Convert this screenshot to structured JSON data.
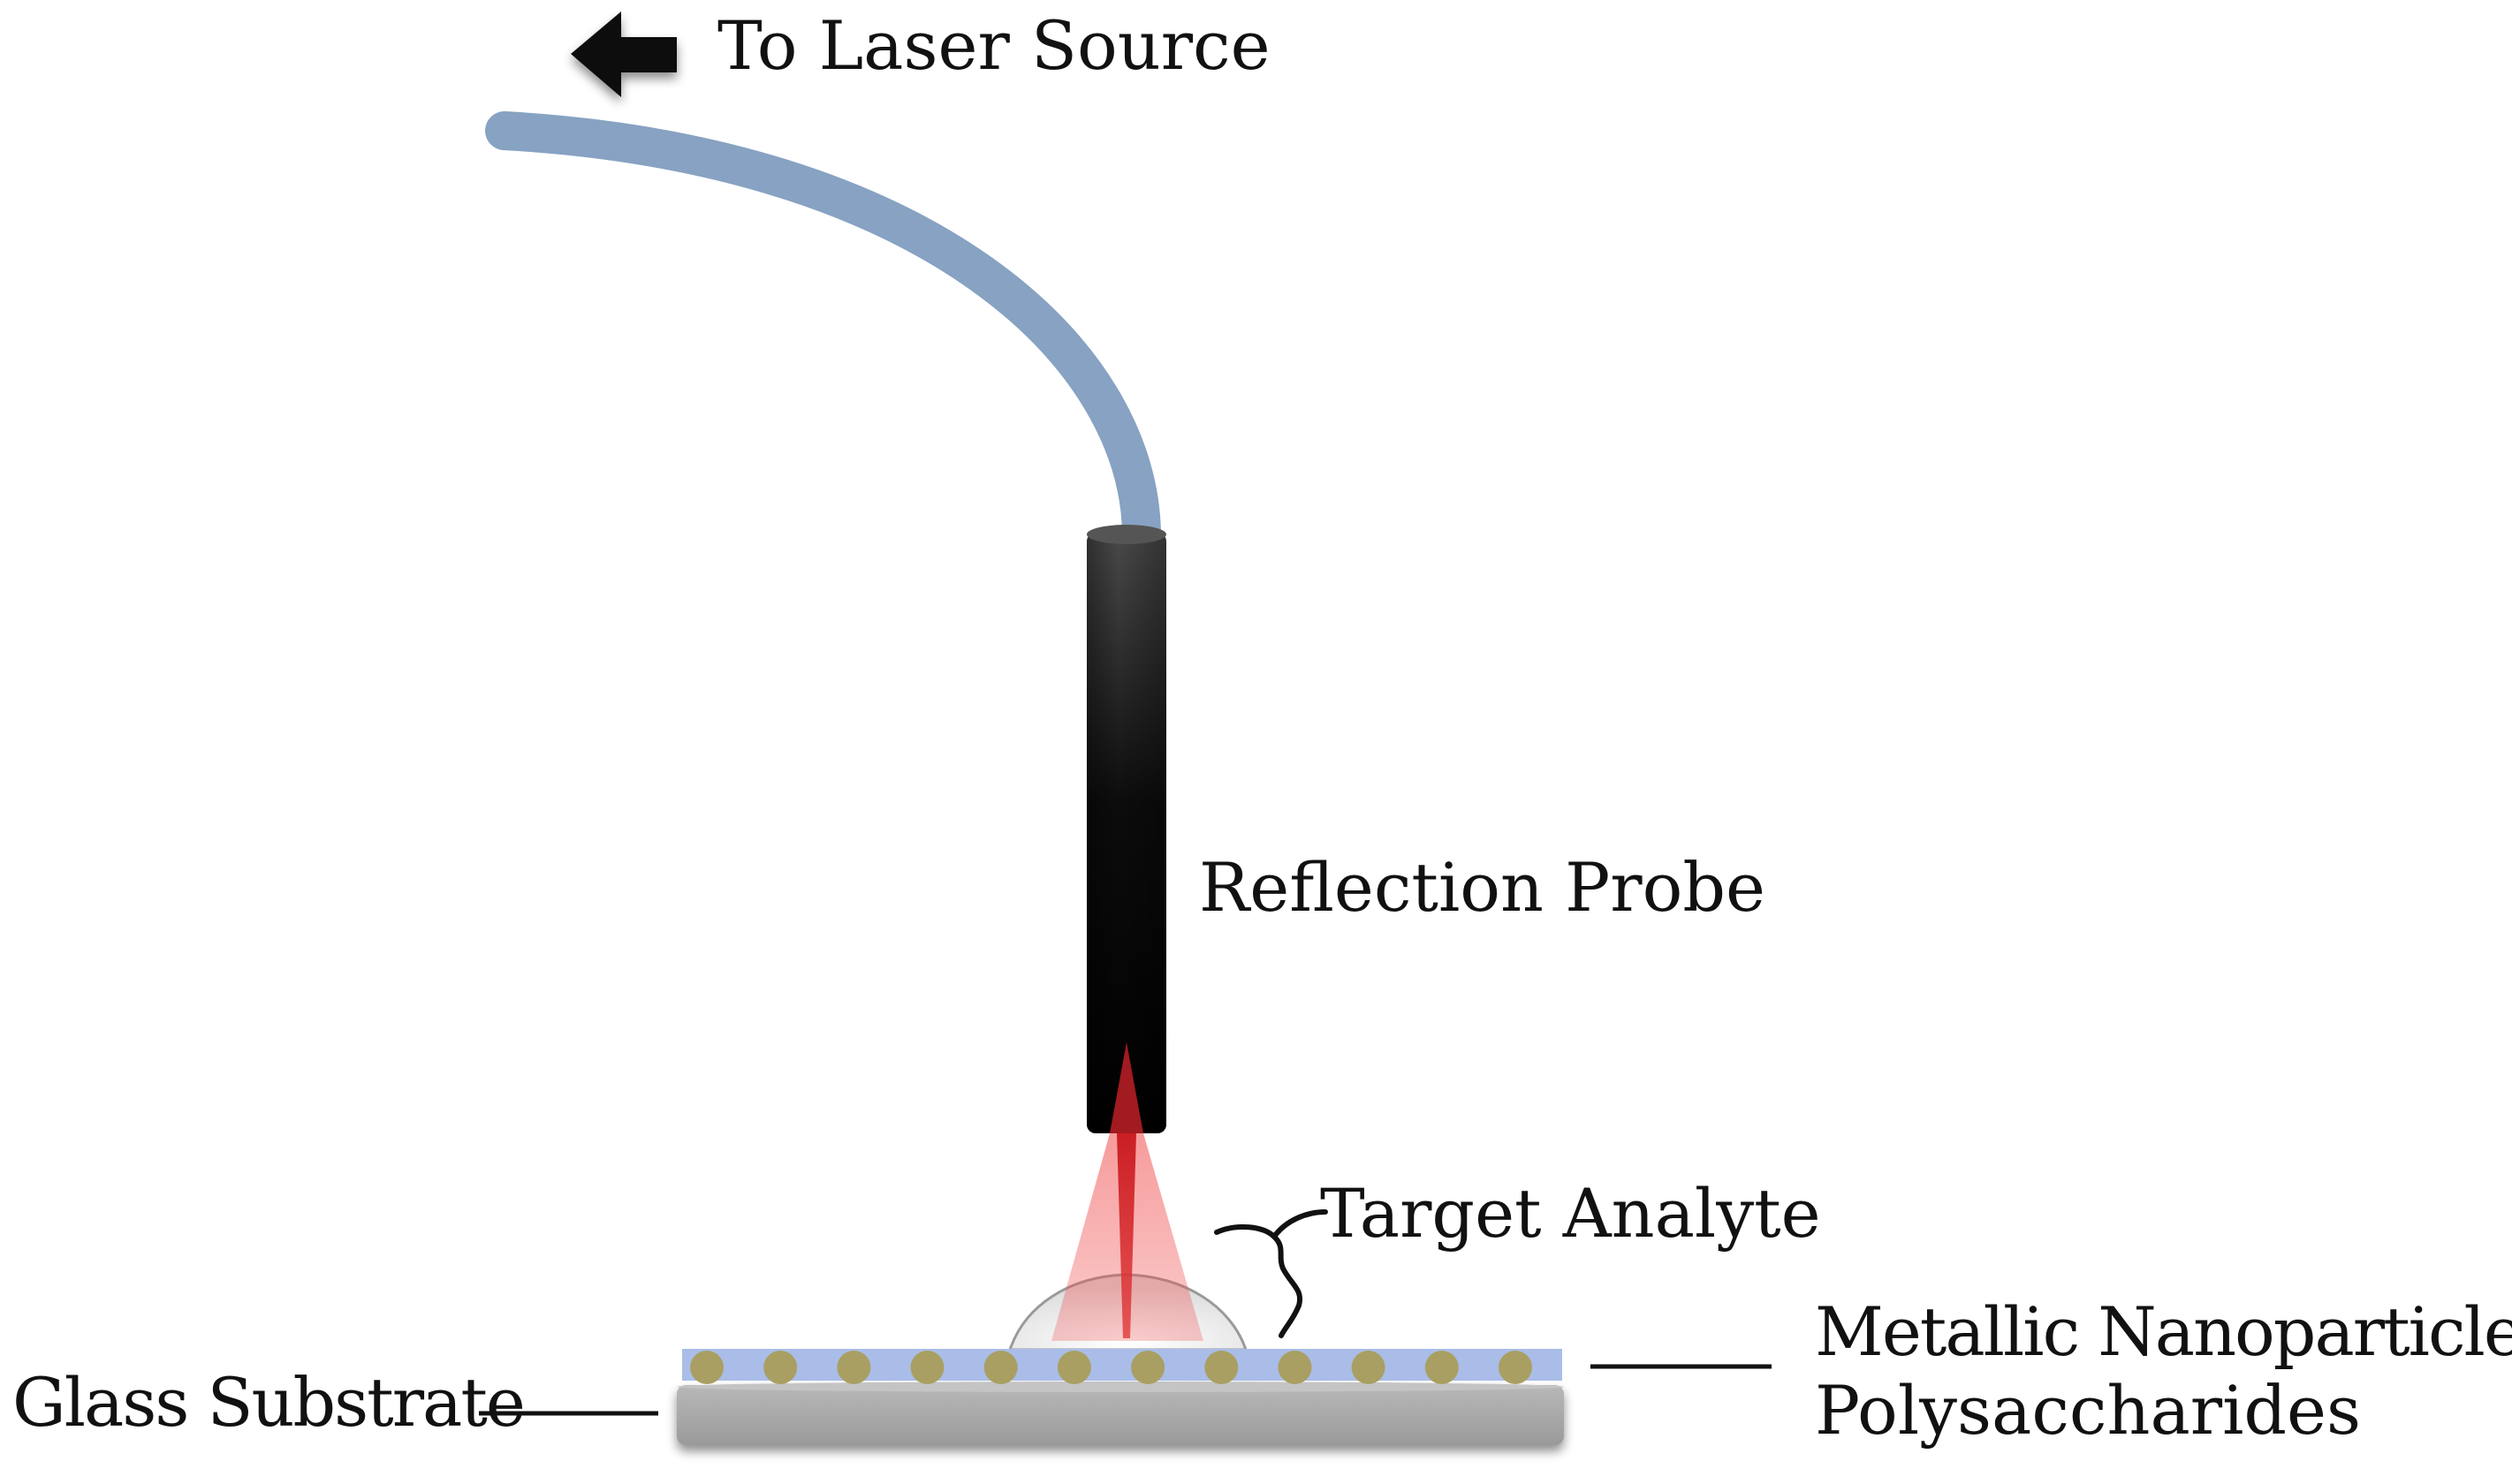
{
  "labels": {
    "laser_source": "To Laser Source",
    "reflection_probe": "Reflection Probe",
    "target_analyte": "Target Analyte",
    "nanoparticles_line1": "Metallic Nanoparticles +",
    "nanoparticles_line2": "Polysaccharides",
    "glass_substrate": "Glass Substrate"
  },
  "icons": {
    "direction_arrow": "arrow-left-icon"
  },
  "colors": {
    "fiber": "#87a2c2",
    "probe": "#111111",
    "laser": "#f04a4a",
    "film": "#a9bde8",
    "nanoparticle": "#a99f62",
    "substrate": "#a6a6a6",
    "droplet": "#d9d9d9",
    "text": "#111111"
  },
  "nanoparticles": {
    "count": 12
  }
}
